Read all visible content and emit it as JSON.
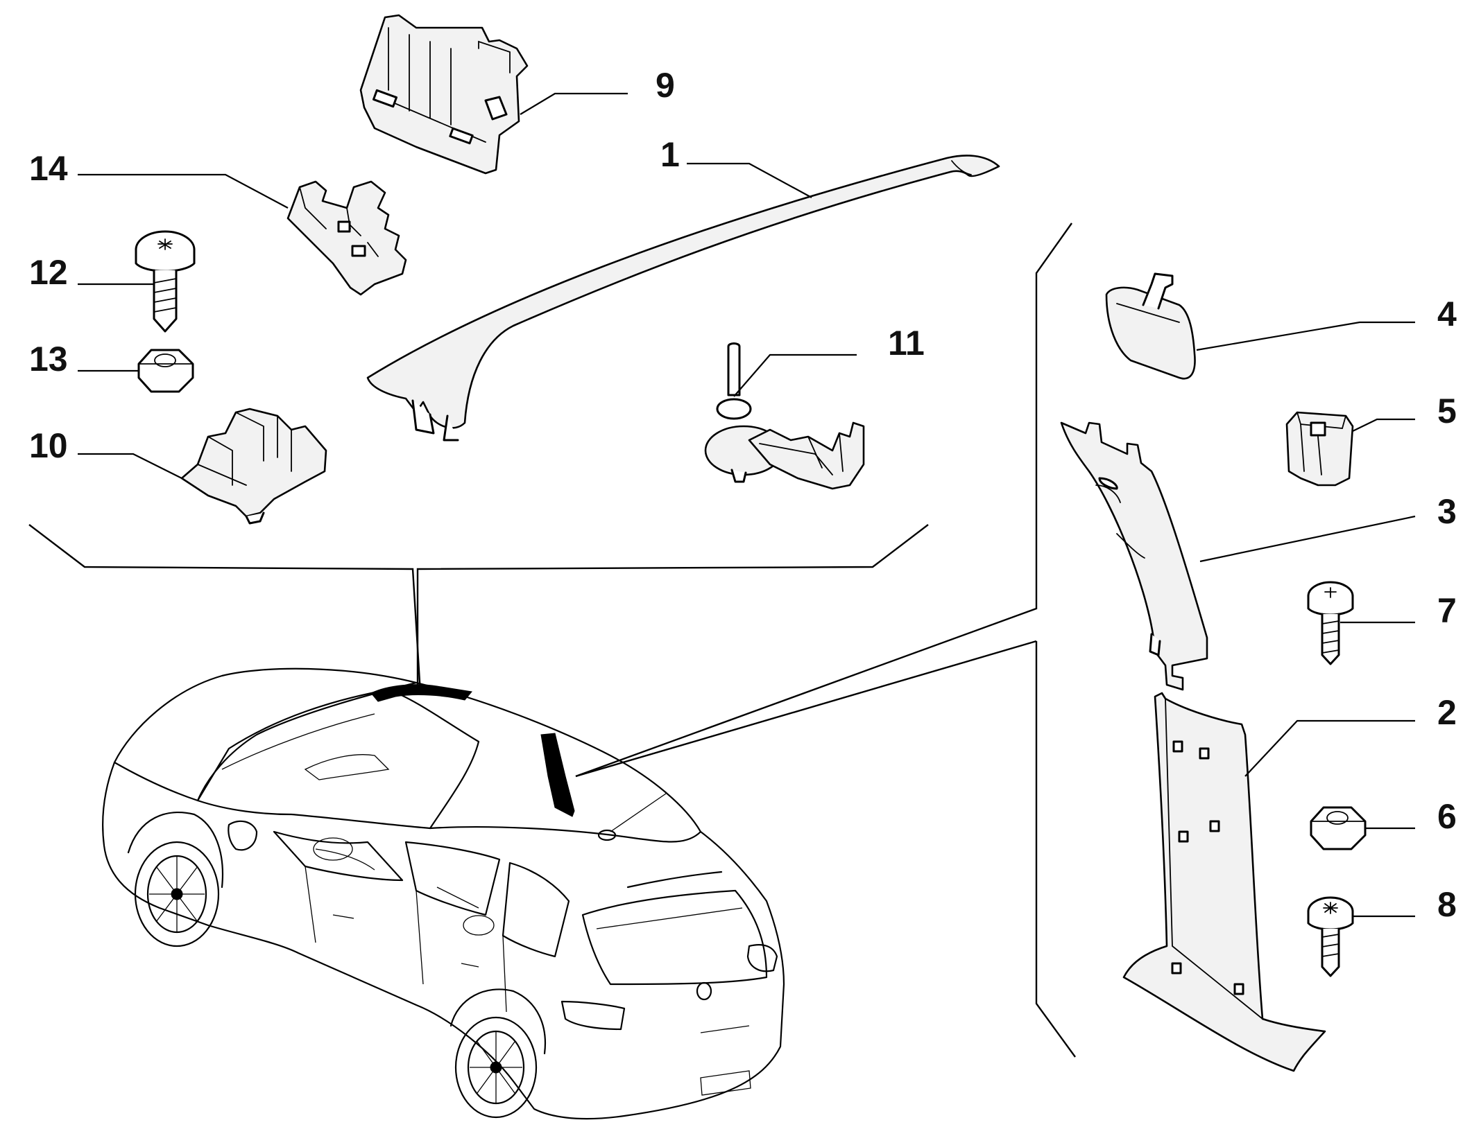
{
  "callouts": {
    "c1": "1",
    "c2": "2",
    "c3": "3",
    "c4": "4",
    "c5": "5",
    "c6": "6",
    "c7": "7",
    "c8": "8",
    "c9": "9",
    "c10": "10",
    "c11": "11",
    "c12": "12",
    "c13": "13",
    "c14": "14"
  },
  "colors": {
    "line": "#000000",
    "background": "#ffffff",
    "part_fill": "#f2f2f2"
  }
}
